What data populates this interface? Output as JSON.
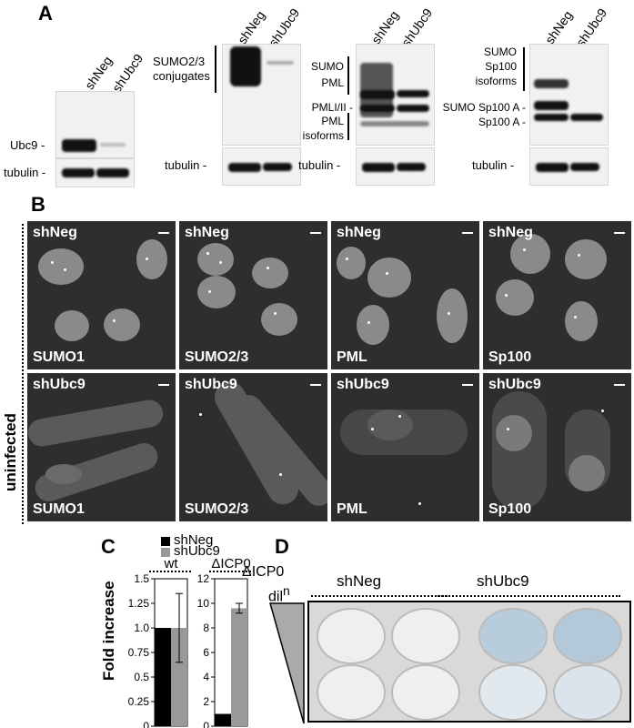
{
  "panelA": {
    "letter": "A",
    "lanes": [
      "shNeg",
      "shUbc9"
    ],
    "blot1": {
      "labels": [
        "Ubc9 -",
        "tubulin -"
      ]
    },
    "blot2": {
      "label1": "SUMO2/3",
      "label2": "conjugates",
      "tubulin": "tubulin -"
    },
    "blot3": {
      "l1": "SUMO",
      "l2": "PML",
      "l3": "PMLI/II -",
      "l4": "PML",
      "l5": "isoforms",
      "tubulin": "tubulin -"
    },
    "blot4": {
      "l1": "SUMO",
      "l2": "Sp100",
      "l3": "isoforms",
      "l4": "SUMO Sp100 A -",
      "l5": "Sp100 A -",
      "tubulin": "tubulin -"
    }
  },
  "panelB": {
    "letter": "B",
    "side_label": "uninfected",
    "top_row": [
      {
        "tl": "shNeg",
        "bl": "SUMO1"
      },
      {
        "tl": "shNeg",
        "bl": "SUMO2/3"
      },
      {
        "tl": "shNeg",
        "bl": "PML"
      },
      {
        "tl": "shNeg",
        "bl": "Sp100"
      }
    ],
    "bottom_row": [
      {
        "tl": "shUbc9",
        "bl": "SUMO1"
      },
      {
        "tl": "shUbc9",
        "bl": "SUMO2/3"
      },
      {
        "tl": "shUbc9",
        "bl": "PML"
      },
      {
        "tl": "shUbc9",
        "bl": "Sp100"
      }
    ]
  },
  "panelC": {
    "letter": "C",
    "legend": [
      {
        "name": "shNeg",
        "color": "#000000"
      },
      {
        "name": "shUbc9",
        "color": "#999999"
      }
    ],
    "ylabel": "Fold increase",
    "chart_data": [
      {
        "type": "bar",
        "title": "wt",
        "categories": [
          "shNeg",
          "shUbc9"
        ],
        "values": [
          1.0,
          1.0
        ],
        "errors": [
          0,
          0.35
        ],
        "ylim": [
          0,
          1.5
        ],
        "ticks": [
          "0",
          "0.25",
          "0.5",
          "0.75",
          "1.0",
          "1.25",
          "1.5"
        ]
      },
      {
        "type": "bar",
        "title": "ΔICP0",
        "categories": [
          "shNeg",
          "shUbc9"
        ],
        "values": [
          1.0,
          9.6
        ],
        "errors": [
          0,
          0.4
        ],
        "ylim": [
          0,
          12
        ],
        "ticks": [
          "0",
          "2",
          "4",
          "6",
          "8",
          "10",
          "12"
        ]
      }
    ]
  },
  "panelD": {
    "letter": "D",
    "virus": "ΔICP0",
    "dil": "dil",
    "dil_sup": "n",
    "groups": [
      "shNeg",
      "shUbc9"
    ]
  }
}
